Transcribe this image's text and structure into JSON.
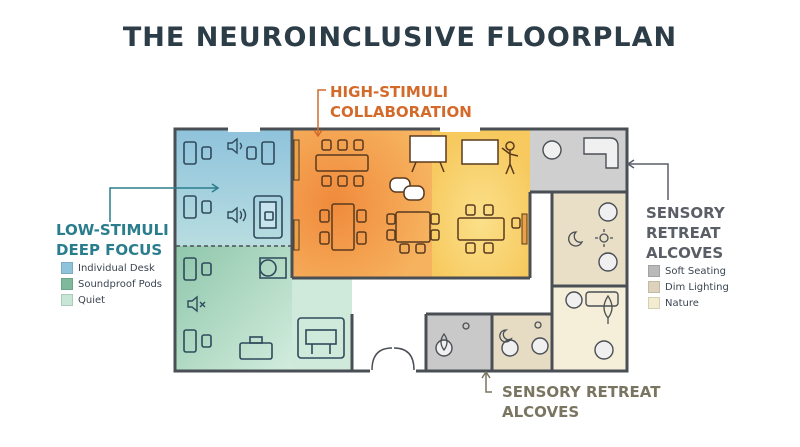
{
  "title": "THE NEUROINCLUSIVE FLOORPLAN",
  "labels": {
    "high_stimuli": [
      "HIGH-STIMULI",
      "COLLABORATION"
    ],
    "low_stimuli": [
      "LOW-STIMULI",
      "DEEP FOCUS"
    ],
    "sensory_right": [
      "SENSORY",
      "RETREAT",
      "ALCOVES"
    ],
    "sensory_bottom": [
      "SENSORY RETREAT",
      "ALCOVES"
    ]
  },
  "legend_left": [
    {
      "label": "Individual Desk",
      "color": "#8fc3dc"
    },
    {
      "label": "Soundproof Pods",
      "color": "#7fb99c"
    },
    {
      "label": "Quiet",
      "color": "#c7e6d6"
    }
  ],
  "legend_right": [
    {
      "label": "Soft Seating",
      "color": "#b9b9b9"
    },
    {
      "label": "Dim Lighting",
      "color": "#ddd3bd"
    },
    {
      "label": "Nature",
      "color": "#f3ecd0"
    }
  ],
  "colors": {
    "wall": "#4a4f55",
    "blue_zone": "#9ccbe0",
    "green_zone": "#9fcdb4",
    "orange_zone": "#f2a35a",
    "yellow_zone": "#f8d572",
    "grey_alcove": "#cfcfcf",
    "beige_alcove": "#e9dfc7",
    "cream_alcove": "#f5efd9"
  },
  "icons": [
    "desk-chair-icon",
    "speaker-icon",
    "mute-speaker-icon",
    "pod-icon",
    "whiteboard-icon",
    "presenter-icon",
    "chat-bubbles-icon",
    "table-icon",
    "armchair-icon",
    "sofa-icon",
    "lamp-icon",
    "moon-icon",
    "leaf-icon"
  ]
}
